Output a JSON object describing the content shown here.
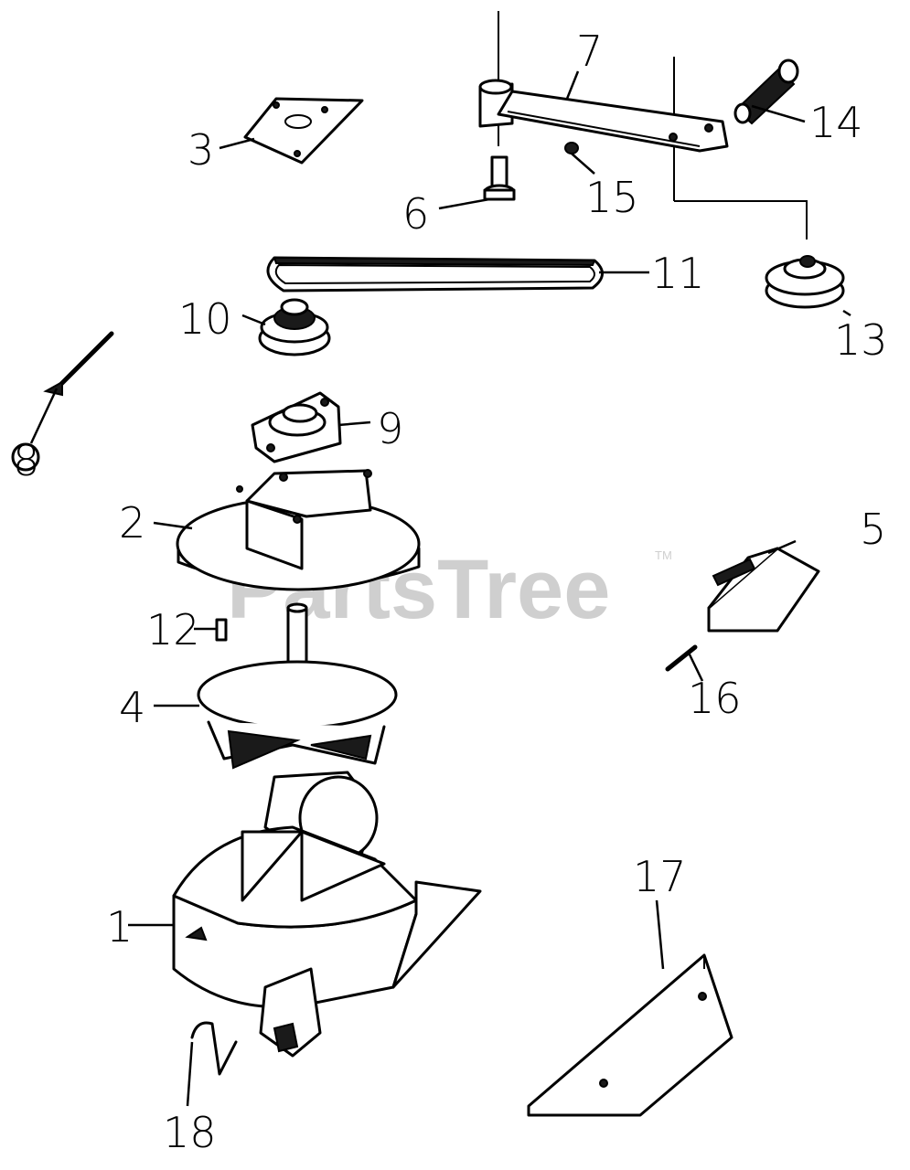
{
  "watermark": {
    "text": "PartsTree",
    "tm": "TM"
  },
  "callouts": {
    "c1": "1",
    "c2": "2",
    "c3": "3",
    "c4": "4",
    "c5": "5",
    "c6": "6",
    "c7": "7",
    "c8": "8",
    "c9": "9",
    "c10": "10",
    "c11": "11",
    "c12": "12",
    "c13": "13",
    "c14": "14",
    "c15": "15",
    "c16": "16",
    "c17": "17",
    "c18": "18"
  }
}
